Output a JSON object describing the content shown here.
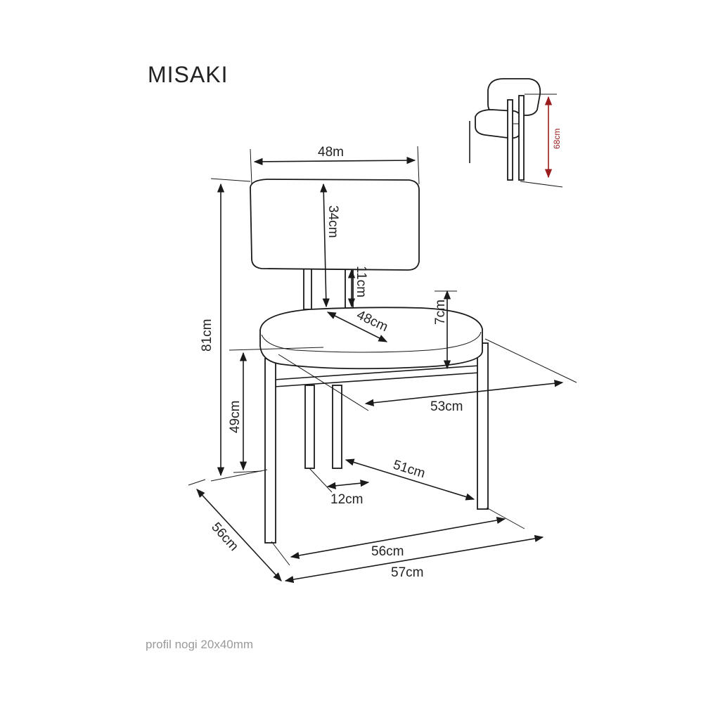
{
  "title": "MISAKI",
  "footnote": "profil nogi 20x40mm",
  "dimensions": {
    "backrest_width": "48m",
    "backrest_height": "34cm",
    "total_height": "81cm",
    "gap_height": "11cm",
    "seat_depth": "48cm",
    "seat_thickness": "7cm",
    "seat_width": "53cm",
    "seat_height": "49cm",
    "leg_depth": "51cm",
    "leg_offset": "12cm",
    "depth": "56cm",
    "width": "56cm",
    "total_width": "57cm"
  },
  "inset": {
    "armrest_height": "68cm",
    "arrow_color": "#9b1c1c"
  }
}
